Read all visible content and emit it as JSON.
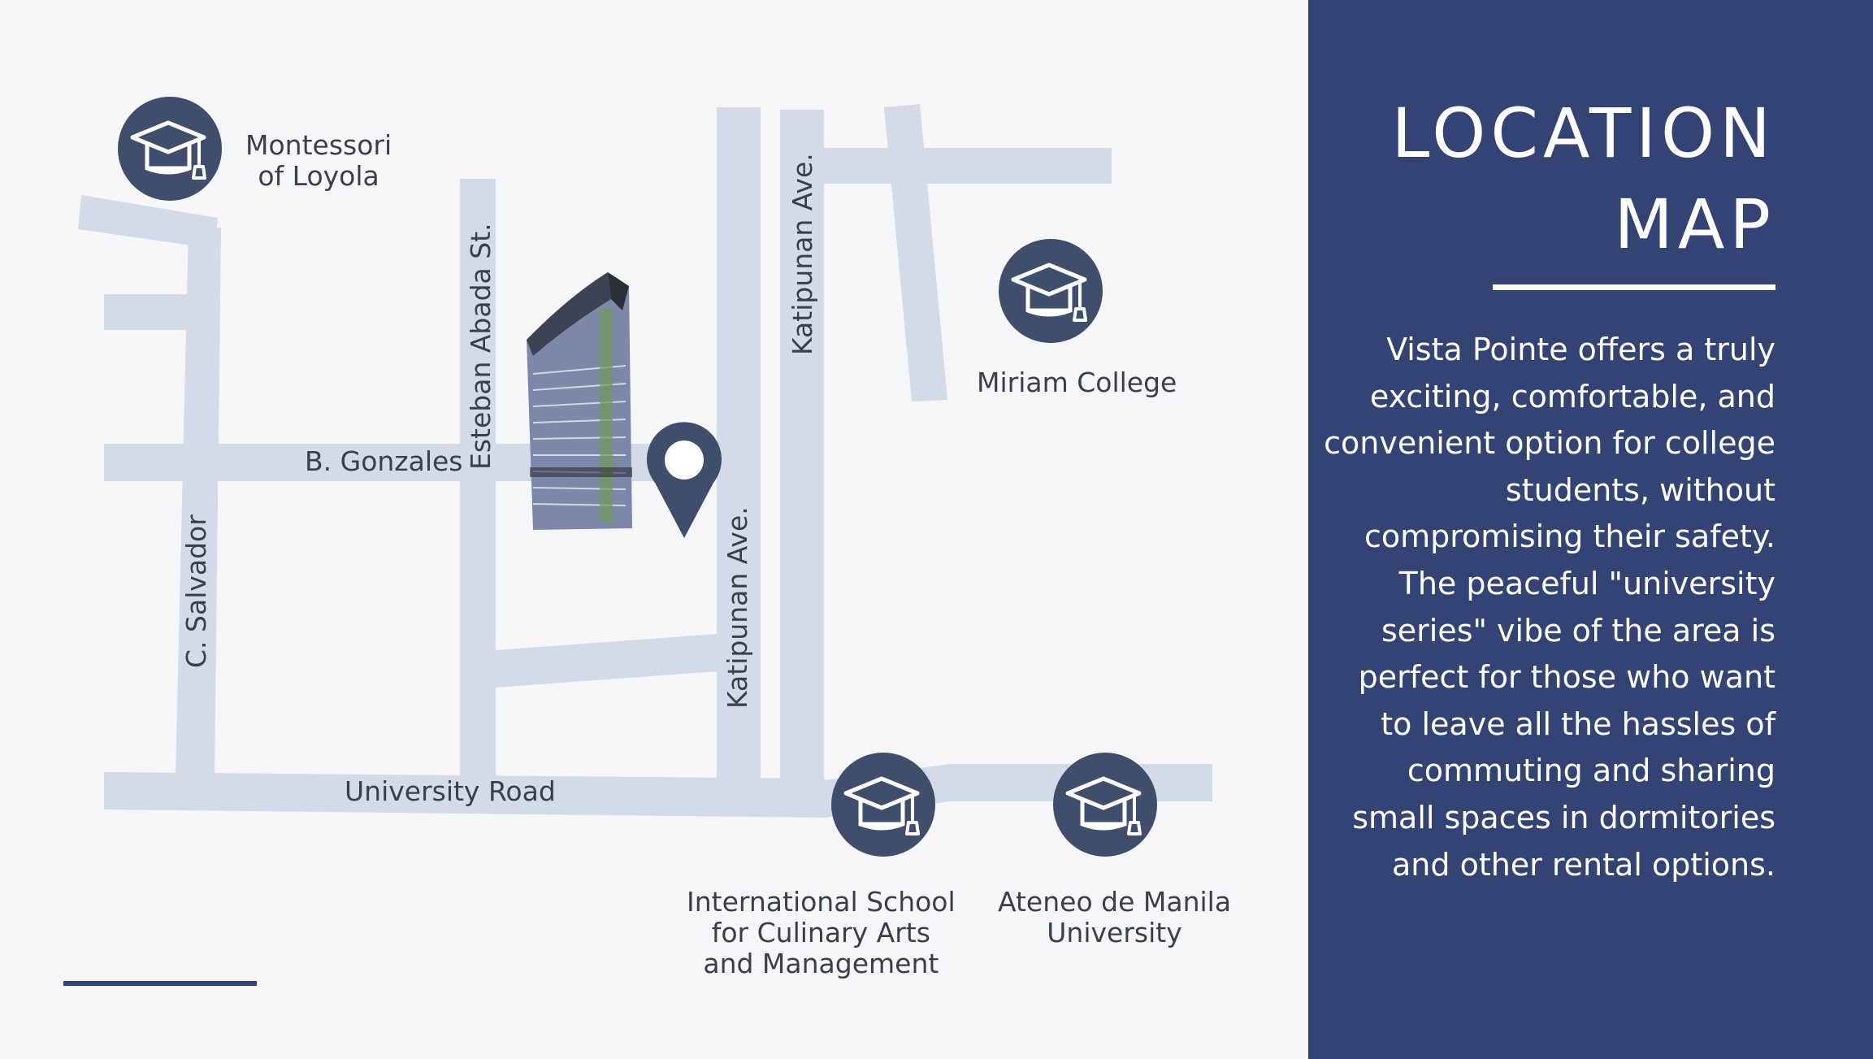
{
  "panel": {
    "title_line1": "LOCATION",
    "title_line2": "MAP",
    "description": "Vista Pointe offers a truly exciting, comfortable, and convenient option for college students, without compromising their safety. The peaceful \"university series\" vibe of the area is perfect for those who want to leave all the hassles of commuting and sharing small spaces in dormitories and other rental options."
  },
  "streets": {
    "b_gonzales": "B. Gonzales",
    "esteban_abada": "Esteban Abada St.",
    "katipunan_upper": "Katipunan Ave.",
    "katipunan_lower": "Katipunan Ave.",
    "c_salvador": "C. Salvador",
    "university_road": "University Road"
  },
  "pois": {
    "montessori": {
      "line1": "Montessori",
      "line2": "of Loyola",
      "icon": "graduation-cap-icon"
    },
    "miriam": {
      "line1": "Miriam College",
      "icon": "graduation-cap-icon"
    },
    "iscam": {
      "line1": "International School",
      "line2": "for Culinary Arts",
      "line3": "and Management",
      "icon": "graduation-cap-icon"
    },
    "ateneo": {
      "line1": "Ateneo de Manila",
      "line2": "University",
      "icon": "graduation-cap-icon"
    }
  },
  "colors": {
    "navy": "#334474",
    "icon_circle": "#3f4e6b",
    "road": "#d2dbe7",
    "map_background": "#f5f6f7"
  }
}
